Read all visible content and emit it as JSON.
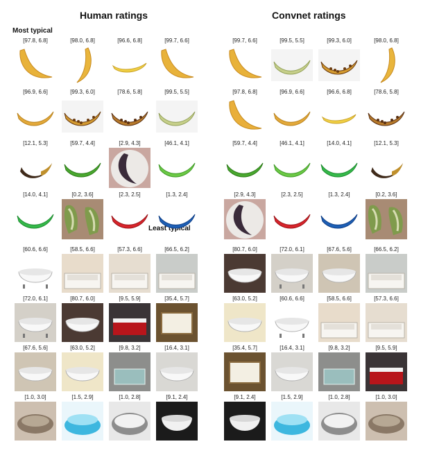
{
  "figure": {
    "left_title": "Human ratings",
    "right_title": "Convnet ratings",
    "most_typical": "Most typical",
    "least_typical": "Least typical"
  },
  "bananas_human": [
    {
      "label": "[97.8, 6.8]",
      "kind": "yellow"
    },
    {
      "label": "[98.0, 6.8]",
      "kind": "yellow-upright"
    },
    {
      "label": "[96.6, 6.8]",
      "kind": "yellow-small"
    },
    {
      "label": "[99.7, 6.6]",
      "kind": "yellow"
    },
    {
      "label": "[96.9, 6.6]",
      "kind": "yellow-flat"
    },
    {
      "label": "[99.3, 6.0]",
      "kind": "spotted"
    },
    {
      "label": "[78.6, 5.8]",
      "kind": "brown-spotted"
    },
    {
      "label": "[99.5, 5.5]",
      "kind": "pale-green"
    },
    {
      "label": "[12.1, 5.3]",
      "kind": "overripe"
    },
    {
      "label": "[59.7, 4.4]",
      "kind": "green"
    },
    {
      "label": "[2.9, 4.3]",
      "kind": "black-plate"
    },
    {
      "label": "[46.1, 4.1]",
      "kind": "green-light"
    },
    {
      "label": "[14.0, 4.1]",
      "kind": "bright-green"
    },
    {
      "label": "[0.2, 3.6]",
      "kind": "cut-green"
    },
    {
      "label": "[2.3, 2.5]",
      "kind": "red"
    },
    {
      "label": "[1.3, 2.4]",
      "kind": "blue"
    }
  ],
  "bananas_convnet": [
    {
      "label": "[99.7, 6.6]",
      "kind": "yellow"
    },
    {
      "label": "[99.5, 5.5]",
      "kind": "pale-green"
    },
    {
      "label": "[99.3, 6.0]",
      "kind": "spotted"
    },
    {
      "label": "[98.0, 6.8]",
      "kind": "yellow-upright"
    },
    {
      "label": "[97.8, 6.8]",
      "kind": "yellow-big"
    },
    {
      "label": "[96.9, 6.6]",
      "kind": "yellow-flat"
    },
    {
      "label": "[96.6, 6.8]",
      "kind": "yellow-small"
    },
    {
      "label": "[78.6, 5.8]",
      "kind": "brown-spotted"
    },
    {
      "label": "[59.7, 4.4]",
      "kind": "green"
    },
    {
      "label": "[46.1, 4.1]",
      "kind": "green-light"
    },
    {
      "label": "[14.0, 4.1]",
      "kind": "bright-green"
    },
    {
      "label": "[12.1, 5.3]",
      "kind": "overripe"
    },
    {
      "label": "[2.9, 4.3]",
      "kind": "black-plate"
    },
    {
      "label": "[2.3, 2.5]",
      "kind": "red"
    },
    {
      "label": "[1.3, 2.4]",
      "kind": "blue"
    },
    {
      "label": "[0.2, 3.6]",
      "kind": "cut-green"
    }
  ],
  "baths_human": [
    {
      "label": "[60.6, 6.6]",
      "kind": "clawfoot-white"
    },
    {
      "label": "[58.5, 6.6]",
      "kind": "alcove-beige"
    },
    {
      "label": "[57.3, 6.6]",
      "kind": "alcove-light"
    },
    {
      "label": "[66.5, 6.2]",
      "kind": "alcove-grey"
    },
    {
      "label": "[72.0, 6.1]",
      "kind": "clawfoot-room"
    },
    {
      "label": "[80.7, 6.0]",
      "kind": "freestanding-dark"
    },
    {
      "label": "[9.5, 5.9]",
      "kind": "red-tub"
    },
    {
      "label": "[35.4, 5.7]",
      "kind": "sunken-wood"
    },
    {
      "label": "[67.6, 5.6]",
      "kind": "modern-window"
    },
    {
      "label": "[63.0, 5.2]",
      "kind": "bright-window"
    },
    {
      "label": "[9.8, 3.2]",
      "kind": "glass-tub"
    },
    {
      "label": "[16.4, 3.1]",
      "kind": "bowl-white"
    },
    {
      "label": "[1.0, 3.0]",
      "kind": "stone-tub"
    },
    {
      "label": "[1.5, 2.9]",
      "kind": "water-splash"
    },
    {
      "label": "[1.0, 2.8]",
      "kind": "steel-tub"
    },
    {
      "label": "[9.1, 2.4]",
      "kind": "white-bowl-black"
    }
  ],
  "baths_convnet": [
    {
      "label": "[80.7, 6.0]",
      "kind": "freestanding-dark"
    },
    {
      "label": "[72.0, 6.1]",
      "kind": "clawfoot-room"
    },
    {
      "label": "[67.6, 5.6]",
      "kind": "modern-window"
    },
    {
      "label": "[66.5, 6.2]",
      "kind": "alcove-grey"
    },
    {
      "label": "[63.0, 5.2]",
      "kind": "bright-window"
    },
    {
      "label": "[60.6, 6.6]",
      "kind": "clawfoot-white"
    },
    {
      "label": "[58.5, 6.6]",
      "kind": "alcove-beige"
    },
    {
      "label": "[57.3, 6.6]",
      "kind": "alcove-light"
    },
    {
      "label": "[35.4, 5.7]",
      "kind": "sunken-wood"
    },
    {
      "label": "[16.4, 3.1]",
      "kind": "bowl-white"
    },
    {
      "label": "[9.8, 3.2]",
      "kind": "glass-tub"
    },
    {
      "label": "[9.5, 5.9]",
      "kind": "red-tub"
    },
    {
      "label": "[9.1, 2.4]",
      "kind": "white-bowl-black"
    },
    {
      "label": "[1.5, 2.9]",
      "kind": "water-splash"
    },
    {
      "label": "[1.0, 2.8]",
      "kind": "steel-tub"
    },
    {
      "label": "[1.0, 3.0]",
      "kind": "stone-tub"
    }
  ]
}
